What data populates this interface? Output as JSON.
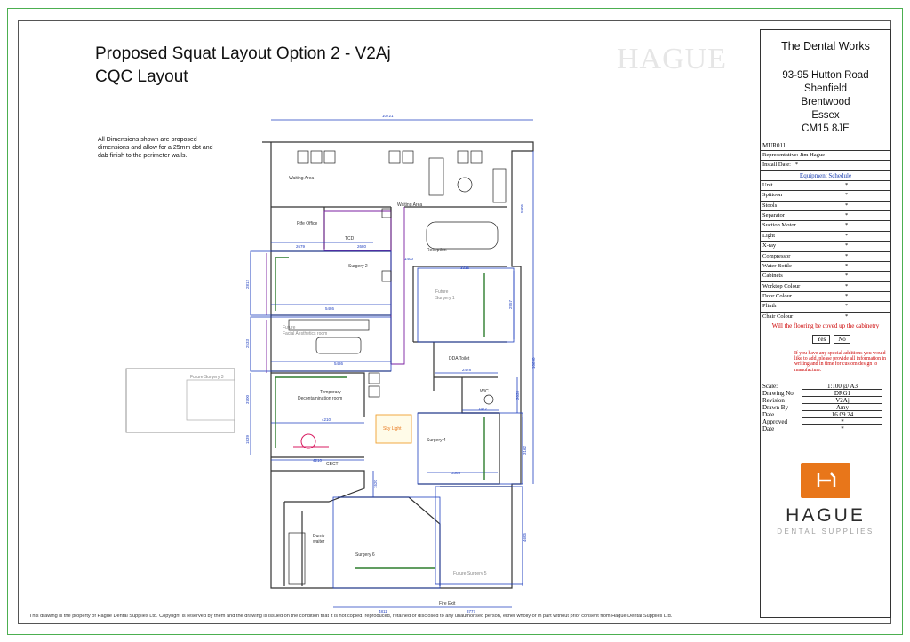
{
  "title": {
    "line1": "Proposed Squat Layout Option 2 - V2Aj",
    "line2": "CQC Layout",
    "watermark": "HAGUE"
  },
  "note": "All Dimensions shown are proposed dimensions and allow for a 25mm dot and dab finish to the perimeter walls.",
  "footer": "This drawing is the property of Hague Dental Supplies Ltd. Copyright is reserved by them and the drawing is issued on the condition that it is not copied, reproduced, retained or disclosed to any unauthorised person, either wholly or in part without prior consent from Hague Dental Supplies Ltd.",
  "plan": {
    "rooms": {
      "waiting_area_1": "Waiting Area",
      "waiting_area_2": "Waiting Area",
      "ptfe_office": "Ptfe Office",
      "tcd": "TCD",
      "reception": "Reception",
      "surgery_2": "Surgery 2",
      "future_surgery_1_a": "Future",
      "future_surgery_1_b": "Surgery 1",
      "future_facial_a": "Future",
      "future_facial_b": "Facial Aesthetics room",
      "dda_toilet": "DDA Toilet",
      "wc": "W/C",
      "temp_decon_a": "Temporary",
      "temp_decon_b": "Decontamination room",
      "sky_light": "Sky Light",
      "surgery_4": "Surgery 4",
      "cbct": "CBCT",
      "dumb_waiter_a": "Dumb",
      "dumb_waiter_b": "waiter",
      "surgery_6": "Surgery 6",
      "future_surgery_5": "Future Surgery 5",
      "fire_exit": "Fire Exit",
      "future_surgery_3": "Future Surgery 3"
    },
    "dims": {
      "overall_width": "10721",
      "top_right": "5905",
      "office_w": "2679",
      "tcd_w": "2680",
      "corridor": "1400",
      "s2_w": "5486",
      "s2_h": "2812",
      "s1_w": "3336",
      "s1_h": "2957",
      "facial_h": "2533",
      "facial_w": "5486",
      "dda_w": "2478",
      "overall_h": "10690",
      "wc_h": "2035",
      "wc_w": "1472",
      "decon_h": "3700",
      "decon_w": "4210",
      "cbct_h": "1839",
      "cbct_w": "4210",
      "s4_h": "3162",
      "s4_w": "3365",
      "corr2": "1520",
      "s5_h": "4605",
      "bottom_left": "4811",
      "bottom_right": "3777"
    }
  },
  "title_block": {
    "company": "The Dental Works",
    "address": [
      "93-95 Hutton Road",
      "Shenfield",
      "Brentwood",
      "Essex",
      "CM15 8JE"
    ],
    "ref": "MUR011",
    "representative_label": "Representative:",
    "representative": "Jim Hague",
    "install_label": "Install Date:",
    "install_value": "*",
    "schedule_title": "Equipment Schedule",
    "equipment": [
      {
        "item": "Unit",
        "value": "*"
      },
      {
        "item": "Spittoon",
        "value": "*"
      },
      {
        "item": "Stools",
        "value": "*"
      },
      {
        "item": "Separator",
        "value": "*"
      },
      {
        "item": "Suction Motor",
        "value": "*"
      },
      {
        "item": "Light",
        "value": "*"
      },
      {
        "item": "X-ray",
        "value": "*"
      },
      {
        "item": "Compressor",
        "value": "*"
      },
      {
        "item": "Water Bottle",
        "value": "*"
      },
      {
        "item": "Cabinets",
        "value": "*"
      },
      {
        "item": "Worktop Colour",
        "value": "*"
      },
      {
        "item": "Door Colour",
        "value": "*"
      },
      {
        "item": "Plinth",
        "value": "*"
      },
      {
        "item": "Chair Colour",
        "value": "*"
      }
    ],
    "question": "Will the flooring be coved up the cabinetry",
    "yes": "Yes",
    "no": "No",
    "red_note": "If you have any special additions you would like to add, please provide all information in writing and in time for custom design to manufacture.",
    "info": [
      {
        "label": "Scale:",
        "value": "1:100 @ A3"
      },
      {
        "label": "Drawing No",
        "value": "DRG1"
      },
      {
        "label": "Revision",
        "value": "V2Aj"
      },
      {
        "label": "Drawn By",
        "value": "Amy"
      },
      {
        "label": "Date",
        "value": "16.09.24"
      },
      {
        "label": "Approved",
        "value": "*"
      },
      {
        "label": "Date",
        "value": "*"
      }
    ],
    "brand": "HAGUE",
    "brand_sub": "DENTAL SUPPLIES",
    "colors": {
      "brand_orange": "#e8761a",
      "accent_blue": "#1a3fb0",
      "note_red": "#cc0000"
    }
  }
}
